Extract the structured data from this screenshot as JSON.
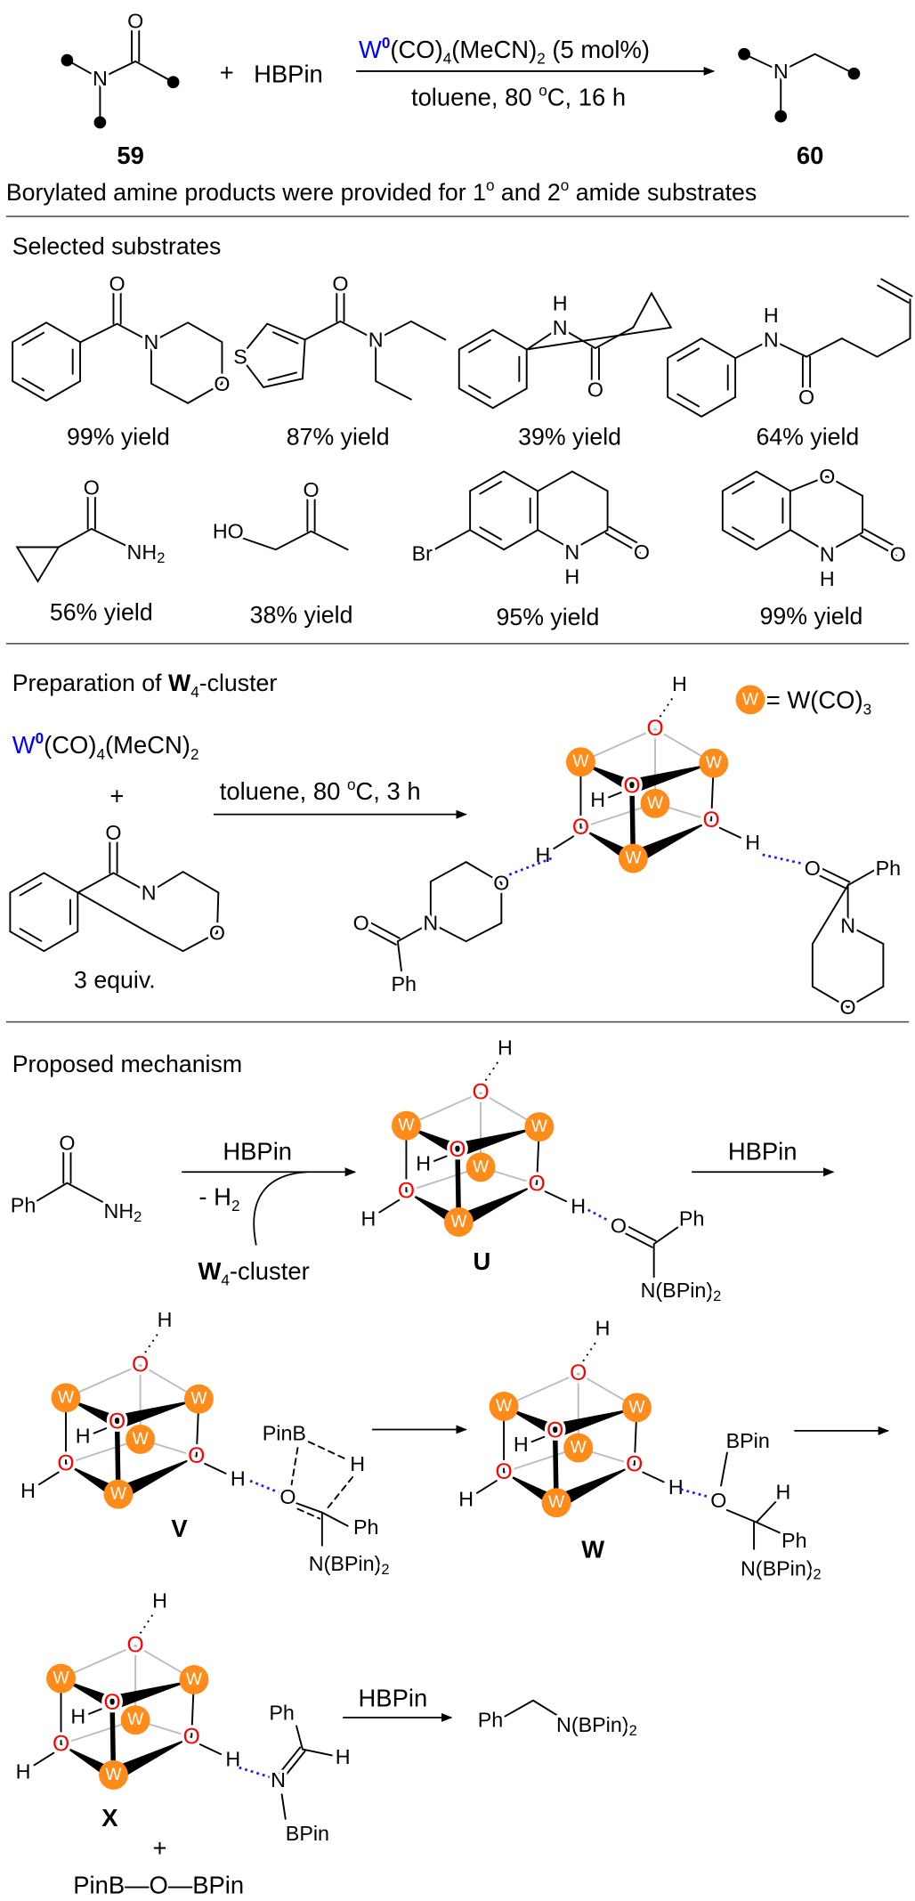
{
  "reaction": {
    "catalyst": {
      "metal": "W",
      "ox_state": "0",
      "co": "(CO)",
      "co_n": "4",
      "mecn": "(MeCN)",
      "mecn_n": "2",
      "loading": " (5 mol%)"
    },
    "plus": "+",
    "reagent": "HBPin",
    "conditions": {
      "pre": "toluene, 80 ",
      "deg": "o",
      "post": "C, 16 h"
    },
    "reactant_label": "59",
    "product_label": "60"
  },
  "caption": {
    "a": "Borylated amine products were provided for 1",
    "sup1": "o",
    "b": " and 2",
    "sup2": "o",
    "c": " amide substrates"
  },
  "substrates": {
    "title": "Selected substrates",
    "yields": [
      "99% yield",
      "87% yield",
      "39% yield",
      "64% yield",
      "56% yield",
      "38% yield",
      "95% yield",
      "99% yield"
    ]
  },
  "prep": {
    "title_pre": "Preparation of ",
    "title_w": "W",
    "title_sub": "4",
    "title_post": "-cluster",
    "catalyst": {
      "metal": "W",
      "ox_state": "0",
      "co": "(CO)",
      "co_n": "4",
      "mecn": "(MeCN)",
      "mecn_n": "2"
    },
    "plus": "+",
    "conditions": {
      "pre": "toluene, 80 ",
      "deg": "o",
      "post": "C, 3 h"
    },
    "equiv": "3 equiv.",
    "legend": {
      "eq": " = W(CO)",
      "sub": "3"
    }
  },
  "mechanism": {
    "title": "Proposed mechanism",
    "reagent": "HBPin",
    "minus_h2": "- H",
    "h2_sub": "2",
    "cluster_label": {
      "w": "W",
      "sub": "4",
      "post": "-cluster"
    },
    "intermediates": [
      "U",
      "V",
      "W",
      "X"
    ],
    "plus": "+",
    "byproduct": "PinB—O—BPin"
  },
  "atoms": {
    "O": "O",
    "N": "N",
    "S": "S",
    "H": "H",
    "Br": "Br",
    "HO": "HO",
    "two": "2",
    "Ph": "Ph",
    "W": "W",
    "PinB": "PinB",
    "BPin": "BPin",
    "NBPin": "N(BPin)"
  },
  "colors": {
    "tungsten": "#ff8c1a",
    "oxygen": "#ff0000",
    "catalyst_metal": "#0000ff",
    "h_bond": "#1a1aff"
  }
}
